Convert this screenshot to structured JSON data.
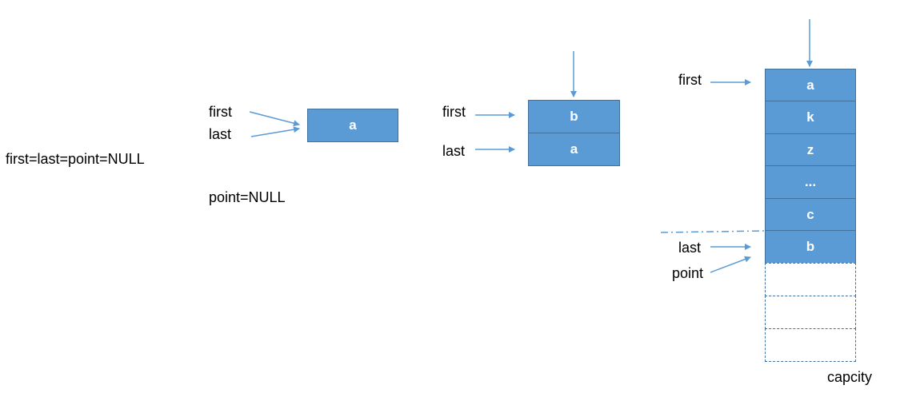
{
  "colors": {
    "cell_fill": "#5b9bd5",
    "cell_border": "#41719c",
    "arrow": "#5b9bd5",
    "text": "#000000"
  },
  "state0": {
    "text": "first=last=point=NULL"
  },
  "state1": {
    "first_label": "first",
    "last_label": "last",
    "point_label": "point=NULL",
    "cells": [
      "a"
    ]
  },
  "state2": {
    "first_label": "first",
    "last_label": "last",
    "cells": [
      "b",
      "a"
    ]
  },
  "state3": {
    "first_label": "first",
    "last_label": "last",
    "point_label": "point",
    "cells": [
      "a",
      "k",
      "z",
      "...",
      "c",
      "b",
      "",
      "",
      ""
    ],
    "capacity_label": "capcity"
  }
}
